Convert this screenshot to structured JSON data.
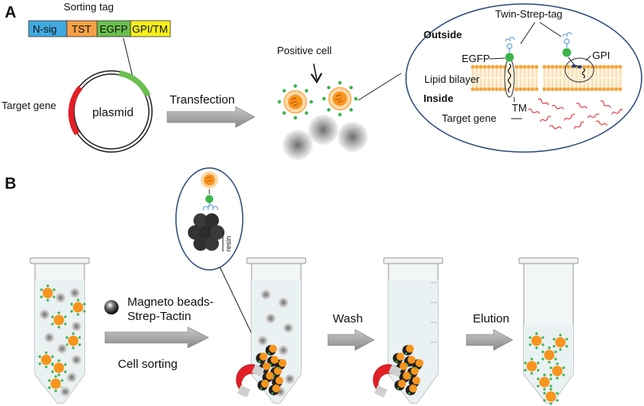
{
  "panels": {
    "a": "A",
    "b": "B"
  },
  "sorting_tag": {
    "title": "Sorting tag",
    "segments": [
      {
        "label": "N-sig",
        "color": "#3fa9e0"
      },
      {
        "label": "TST",
        "color": "#f7a147"
      },
      {
        "label": "EGFP",
        "color": "#6bbf4e"
      },
      {
        "label": "GPI/TM",
        "color": "#f6f01a"
      }
    ]
  },
  "plasmid": {
    "label": "plasmid",
    "target_gene": "Target gene"
  },
  "transfection": "Transfection",
  "positive_cell": "Positive cell",
  "membrane": {
    "outside": "Outside",
    "inside": "Inside",
    "twin_strep": "Twin-Strep-tag",
    "egfp": "EGFP",
    "lipid": "Lipid bilayer",
    "gpi": "GPI",
    "tm": "TM",
    "target_gene": "Target gene"
  },
  "resin": "resin",
  "beads": {
    "line1": "Magneto beads-",
    "line2": "Strep-Tactin"
  },
  "cell_sorting": "Cell sorting",
  "wash": "Wash",
  "elution": "Elution",
  "colors": {
    "orange": "#f7941d",
    "green": "#3bb54a",
    "red": "#e21f26",
    "strep": "#7fb3e0",
    "membrane": "#f4a43c",
    "arrow": "#9a9a9a"
  }
}
